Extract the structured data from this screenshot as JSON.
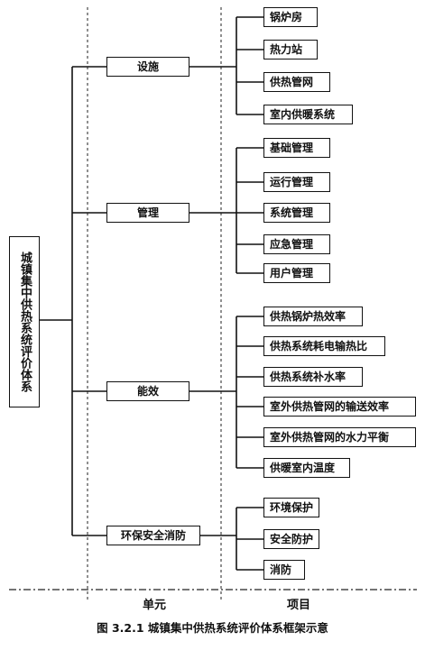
{
  "root": {
    "label": "城镇集中供热系统评价体系"
  },
  "units": [
    {
      "label": "设施",
      "items": [
        "锅炉房",
        "热力站",
        "供热管网",
        "室内供暖系统"
      ]
    },
    {
      "label": "管理",
      "items": [
        "基础管理",
        "运行管理",
        "系统管理",
        "应急管理",
        "用户管理"
      ]
    },
    {
      "label": "能效",
      "items": [
        "供热锅炉热效率",
        "供热系统耗电输热比",
        "供热系统补水率",
        "室外供热管网的输送效率",
        "室外供热管网的水力平衡",
        "供暖室内温度"
      ]
    },
    {
      "label": "环保安全消防",
      "items": [
        "环境保护",
        "安全防护",
        "消防"
      ]
    }
  ],
  "columns": {
    "unit_label": "单元",
    "item_label": "项目"
  },
  "caption": "图 3.2.1    城镇集中供热系统评价体系框架示意"
}
